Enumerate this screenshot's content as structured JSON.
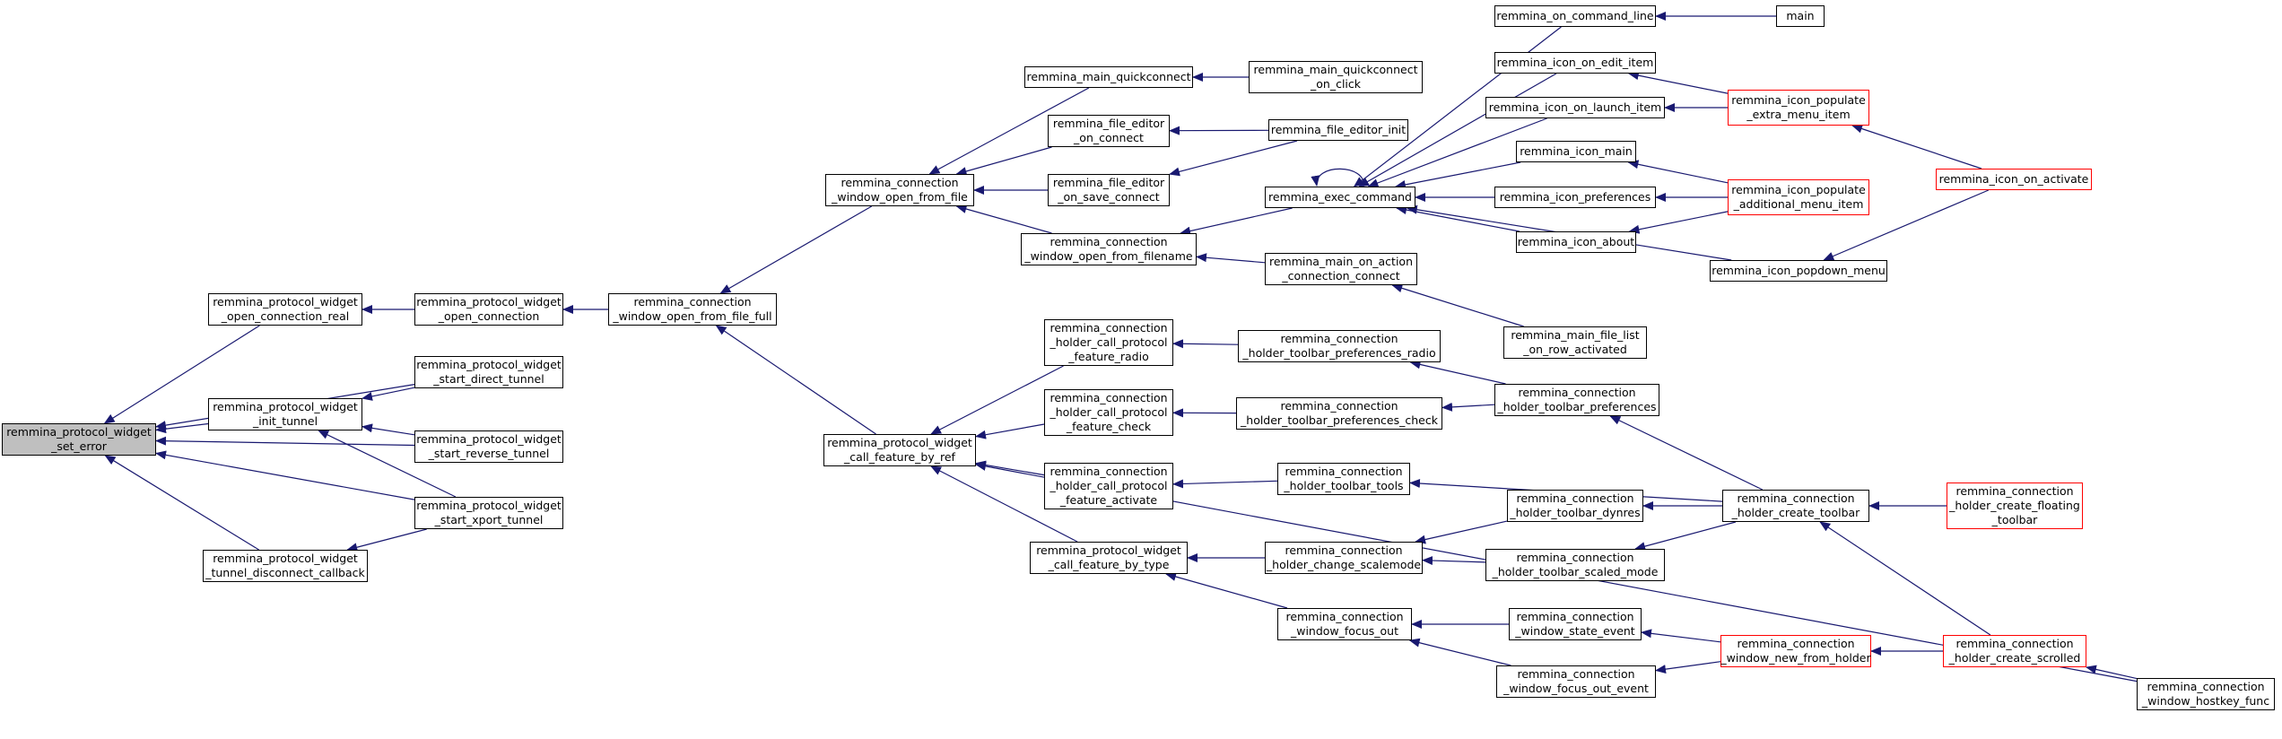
{
  "colors": {
    "edge": "#191970",
    "node_border": "#000000",
    "truncated_border": "#ff0000",
    "root_fill": "#bfbfbf"
  },
  "nodes": {
    "root": [
      "remmina_protocol_widget",
      "_set_error"
    ],
    "open_conn_real": [
      "remmina_protocol_widget",
      "_open_connection_real"
    ],
    "init_tunnel": [
      "remmina_protocol_widget",
      "_init_tunnel"
    ],
    "tunnel_disc": [
      "remmina_protocol_widget",
      "_tunnel_disconnect_callback"
    ],
    "open_conn": [
      "remmina_protocol_widget",
      "_open_connection"
    ],
    "start_direct": [
      "remmina_protocol_widget",
      "_start_direct_tunnel"
    ],
    "start_reverse": [
      "remmina_protocol_widget",
      "_start_reverse_tunnel"
    ],
    "start_xport": [
      "remmina_protocol_widget",
      "_start_xport_tunnel"
    ],
    "open_full": [
      "remmina_connection",
      "_window_open_from_file_full"
    ],
    "open_file": [
      "remmina_connection",
      "_window_open_from_file"
    ],
    "call_by_ref": [
      "remmina_protocol_widget",
      "_call_feature_by_ref"
    ],
    "main_quick": [
      "remmina_main_quickconnect"
    ],
    "fe_on_connect": [
      "remmina_file_editor",
      "_on_connect"
    ],
    "fe_on_save": [
      "remmina_file_editor",
      "_on_save_connect"
    ],
    "open_filename": [
      "remmina_connection",
      "_window_open_from_filename"
    ],
    "hc_radio": [
      "remmina_connection",
      "_holder_call_protocol",
      "_feature_radio"
    ],
    "hc_check": [
      "remmina_connection",
      "_holder_call_protocol",
      "_feature_check"
    ],
    "hc_activate": [
      "remmina_connection",
      "_holder_call_protocol",
      "_feature_activate"
    ],
    "call_by_type": [
      "remmina_protocol_widget",
      "_call_feature_by_type"
    ],
    "quick_click": [
      "remmina_main_quickconnect",
      "_on_click"
    ],
    "fe_init": [
      "remmina_file_editor_init"
    ],
    "exec_cmd": [
      "remmina_exec_command"
    ],
    "action_connect": [
      "remmina_main_on_action",
      "_connection_connect"
    ],
    "tb_pref_radio": [
      "remmina_connection",
      "_holder_toolbar_preferences_radio"
    ],
    "tb_pref_check": [
      "remmina_connection",
      "_holder_toolbar_preferences_check"
    ],
    "tb_tools": [
      "remmina_connection",
      "_holder_toolbar_tools"
    ],
    "change_scale": [
      "remmina_connection",
      "_holder_change_scalemode"
    ],
    "focus_out": [
      "remmina_connection",
      "_window_focus_out"
    ],
    "on_cmdline": [
      "remmina_on_command_line"
    ],
    "icon_edit": [
      "remmina_icon_on_edit_item"
    ],
    "icon_launch": [
      "remmina_icon_on_launch_item"
    ],
    "icon_main": [
      "remmina_icon_main"
    ],
    "icon_prefs": [
      "remmina_icon_preferences"
    ],
    "icon_about": [
      "remmina_icon_about"
    ],
    "file_list": [
      "remmina_main_file_list",
      "_on_row_activated"
    ],
    "tb_prefs": [
      "remmina_connection",
      "_holder_toolbar_preferences"
    ],
    "tb_dynres": [
      "remmina_connection",
      "_holder_toolbar_dynres"
    ],
    "tb_scaled": [
      "remmina_connection",
      "_holder_toolbar_scaled_mode"
    ],
    "state_event": [
      "remmina_connection",
      "_window_state_event"
    ],
    "focus_out_event": [
      "remmina_connection",
      "_window_focus_out_event"
    ],
    "main": [
      "main"
    ],
    "populate_extra": [
      "remmina_icon_populate",
      "_extra_menu_item"
    ],
    "populate_add": [
      "remmina_icon_populate",
      "_additional_menu_item"
    ],
    "popdown": [
      "remmina_icon_popdown_menu"
    ],
    "create_toolbar": [
      "remmina_connection",
      "_holder_create_toolbar"
    ],
    "new_from_holder": [
      "remmina_connection",
      "_window_new_from_holder"
    ],
    "icon_activate": [
      "remmina_icon_on_activate"
    ],
    "floating": [
      "remmina_connection",
      "_holder_create_floating",
      "_toolbar"
    ],
    "scrolled": [
      "remmina_connection",
      "_holder_create_scrolled"
    ],
    "hostkey": [
      "remmina_connection",
      "_window_hostkey_func"
    ]
  },
  "edges": [
    [
      "open_conn_real",
      "root"
    ],
    [
      "init_tunnel",
      "root"
    ],
    [
      "tunnel_disc",
      "root"
    ],
    [
      "start_direct",
      "root"
    ],
    [
      "start_reverse",
      "root"
    ],
    [
      "start_xport",
      "root"
    ],
    [
      "open_conn",
      "open_conn_real"
    ],
    [
      "start_direct",
      "init_tunnel"
    ],
    [
      "start_reverse",
      "init_tunnel"
    ],
    [
      "start_xport",
      "init_tunnel"
    ],
    [
      "start_xport",
      "tunnel_disc"
    ],
    [
      "open_full",
      "open_conn"
    ],
    [
      "open_file",
      "open_full"
    ],
    [
      "call_by_ref",
      "open_full"
    ],
    [
      "main_quick",
      "open_file"
    ],
    [
      "fe_on_connect",
      "open_file"
    ],
    [
      "fe_on_save",
      "open_file"
    ],
    [
      "open_filename",
      "open_file"
    ],
    [
      "hc_radio",
      "call_by_ref"
    ],
    [
      "hc_check",
      "call_by_ref"
    ],
    [
      "hc_activate",
      "call_by_ref"
    ],
    [
      "call_by_type",
      "call_by_ref"
    ],
    [
      "hostkey",
      "call_by_ref"
    ],
    [
      "quick_click",
      "main_quick"
    ],
    [
      "fe_init",
      "fe_on_connect"
    ],
    [
      "fe_init",
      "fe_on_save"
    ],
    [
      "exec_cmd",
      "open_filename"
    ],
    [
      "action_connect",
      "open_filename"
    ],
    [
      "tb_pref_radio",
      "hc_radio"
    ],
    [
      "tb_pref_check",
      "hc_check"
    ],
    [
      "tb_tools",
      "hc_activate"
    ],
    [
      "change_scale",
      "call_by_type"
    ],
    [
      "focus_out",
      "call_by_type"
    ],
    [
      "exec_cmd",
      "exec_cmd"
    ],
    [
      "on_cmdline",
      "exec_cmd"
    ],
    [
      "icon_edit",
      "exec_cmd"
    ],
    [
      "icon_launch",
      "exec_cmd"
    ],
    [
      "icon_main",
      "exec_cmd"
    ],
    [
      "icon_prefs",
      "exec_cmd"
    ],
    [
      "icon_about",
      "exec_cmd"
    ],
    [
      "popdown",
      "exec_cmd"
    ],
    [
      "file_list",
      "action_connect"
    ],
    [
      "tb_prefs",
      "tb_pref_radio"
    ],
    [
      "tb_prefs",
      "tb_pref_check"
    ],
    [
      "create_toolbar",
      "tb_tools"
    ],
    [
      "tb_dynres",
      "change_scale"
    ],
    [
      "tb_scaled",
      "change_scale"
    ],
    [
      "state_event",
      "focus_out"
    ],
    [
      "focus_out_event",
      "focus_out"
    ],
    [
      "main",
      "on_cmdline"
    ],
    [
      "populate_extra",
      "icon_edit"
    ],
    [
      "populate_extra",
      "icon_launch"
    ],
    [
      "populate_add",
      "icon_main"
    ],
    [
      "populate_add",
      "icon_prefs"
    ],
    [
      "populate_add",
      "icon_about"
    ],
    [
      "create_toolbar",
      "tb_prefs"
    ],
    [
      "create_toolbar",
      "tb_dynres"
    ],
    [
      "create_toolbar",
      "tb_scaled"
    ],
    [
      "new_from_holder",
      "state_event"
    ],
    [
      "new_from_holder",
      "focus_out_event"
    ],
    [
      "icon_activate",
      "populate_extra"
    ],
    [
      "icon_activate",
      "popdown"
    ],
    [
      "floating",
      "create_toolbar"
    ],
    [
      "scrolled",
      "create_toolbar"
    ],
    [
      "scrolled",
      "new_from_holder"
    ],
    [
      "hostkey",
      "scrolled"
    ]
  ]
}
